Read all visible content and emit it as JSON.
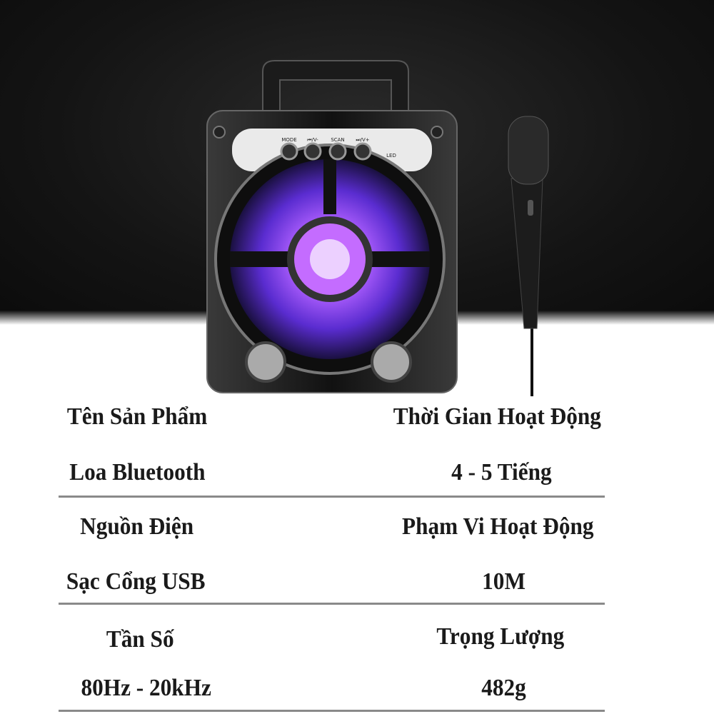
{
  "product_labels": {
    "buttons": [
      "MODE",
      "⏮/V-",
      "SCAN",
      "⏭/V+"
    ],
    "led": "LED"
  },
  "specs": [
    {
      "label": "Tên Sản Phẩm",
      "value": "Loa Bluetooth"
    },
    {
      "label": "Thời Gian Hoạt Động",
      "value": "4 - 5 Tiếng"
    },
    {
      "label": "Nguồn Điện",
      "value": "Sạc Cổng USB"
    },
    {
      "label": "Phạm Vi Hoạt Động",
      "value": "10M"
    },
    {
      "label": "Tần Số",
      "value": "80Hz - 20kHz"
    },
    {
      "label": "Trọng Lượng",
      "value": "482g"
    }
  ],
  "colors": {
    "backdrop": "#141414",
    "led_glow": "#8a4dff",
    "text": "#1a1a1a",
    "rule": "#8a8a8a"
  }
}
